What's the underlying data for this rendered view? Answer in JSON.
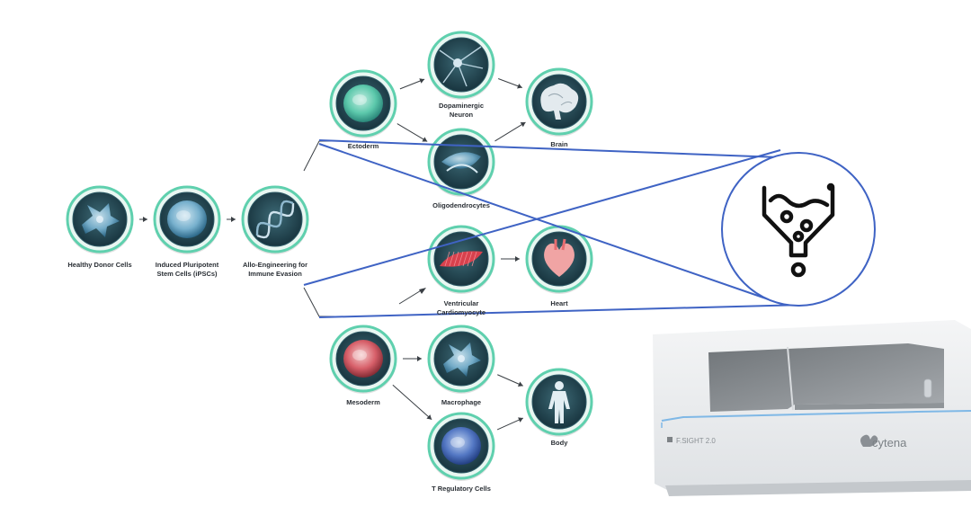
{
  "nodes": [
    {
      "id": "healthy_donor_cells",
      "lines": [
        "Healthy Donor Cells"
      ]
    },
    {
      "id": "ipsc",
      "lines": [
        "Induced Pluripotent",
        "Stem Cells (iPSCs)"
      ]
    },
    {
      "id": "allo_engineering",
      "lines": [
        "Allo-Engineering for",
        "Immune Evasion"
      ]
    },
    {
      "id": "ectoderm",
      "lines": [
        "Ectoderm"
      ]
    },
    {
      "id": "dopaminergic_neuron",
      "lines": [
        "Dopaminergic",
        "Neuron"
      ]
    },
    {
      "id": "oligodendrocytes",
      "lines": [
        "Oligodendrocytes"
      ]
    },
    {
      "id": "brain",
      "lines": [
        "Brain"
      ]
    },
    {
      "id": "ventricular_cardiomyocyte",
      "lines": [
        "Ventricular",
        "Cardiomyocyte"
      ]
    },
    {
      "id": "heart",
      "lines": [
        "Heart"
      ]
    },
    {
      "id": "mesoderm",
      "lines": [
        "Mesoderm"
      ]
    },
    {
      "id": "macrophage",
      "lines": [
        "Macrophage"
      ]
    },
    {
      "id": "t_regulatory_cells",
      "lines": [
        "T Regulatory Cells"
      ]
    },
    {
      "id": "body",
      "lines": [
        "Body"
      ]
    }
  ],
  "edges": [
    [
      "healthy_donor_cells",
      "ipsc"
    ],
    [
      "ipsc",
      "allo_engineering"
    ],
    [
      "ectoderm",
      "dopaminergic_neuron"
    ],
    [
      "ectoderm",
      "oligodendrocytes"
    ],
    [
      "dopaminergic_neuron",
      "brain"
    ],
    [
      "oligodendrocytes",
      "brain"
    ],
    [
      "ventricular_cardiomyocyte",
      "heart"
    ],
    [
      "mesoderm",
      "macrophage"
    ],
    [
      "mesoderm",
      "t_regulatory_cells"
    ],
    [
      "macrophage",
      "body"
    ],
    [
      "t_regulatory_cells",
      "body"
    ]
  ],
  "instrument": {
    "model_label": "F.SIGHT 2.0",
    "brand_label": "cytena"
  },
  "colors": {
    "ring": "#5fd0ae",
    "cell_bg": "#1f3f4b",
    "zoom_lines": "#3f63c4",
    "label": "#2a2f35"
  }
}
